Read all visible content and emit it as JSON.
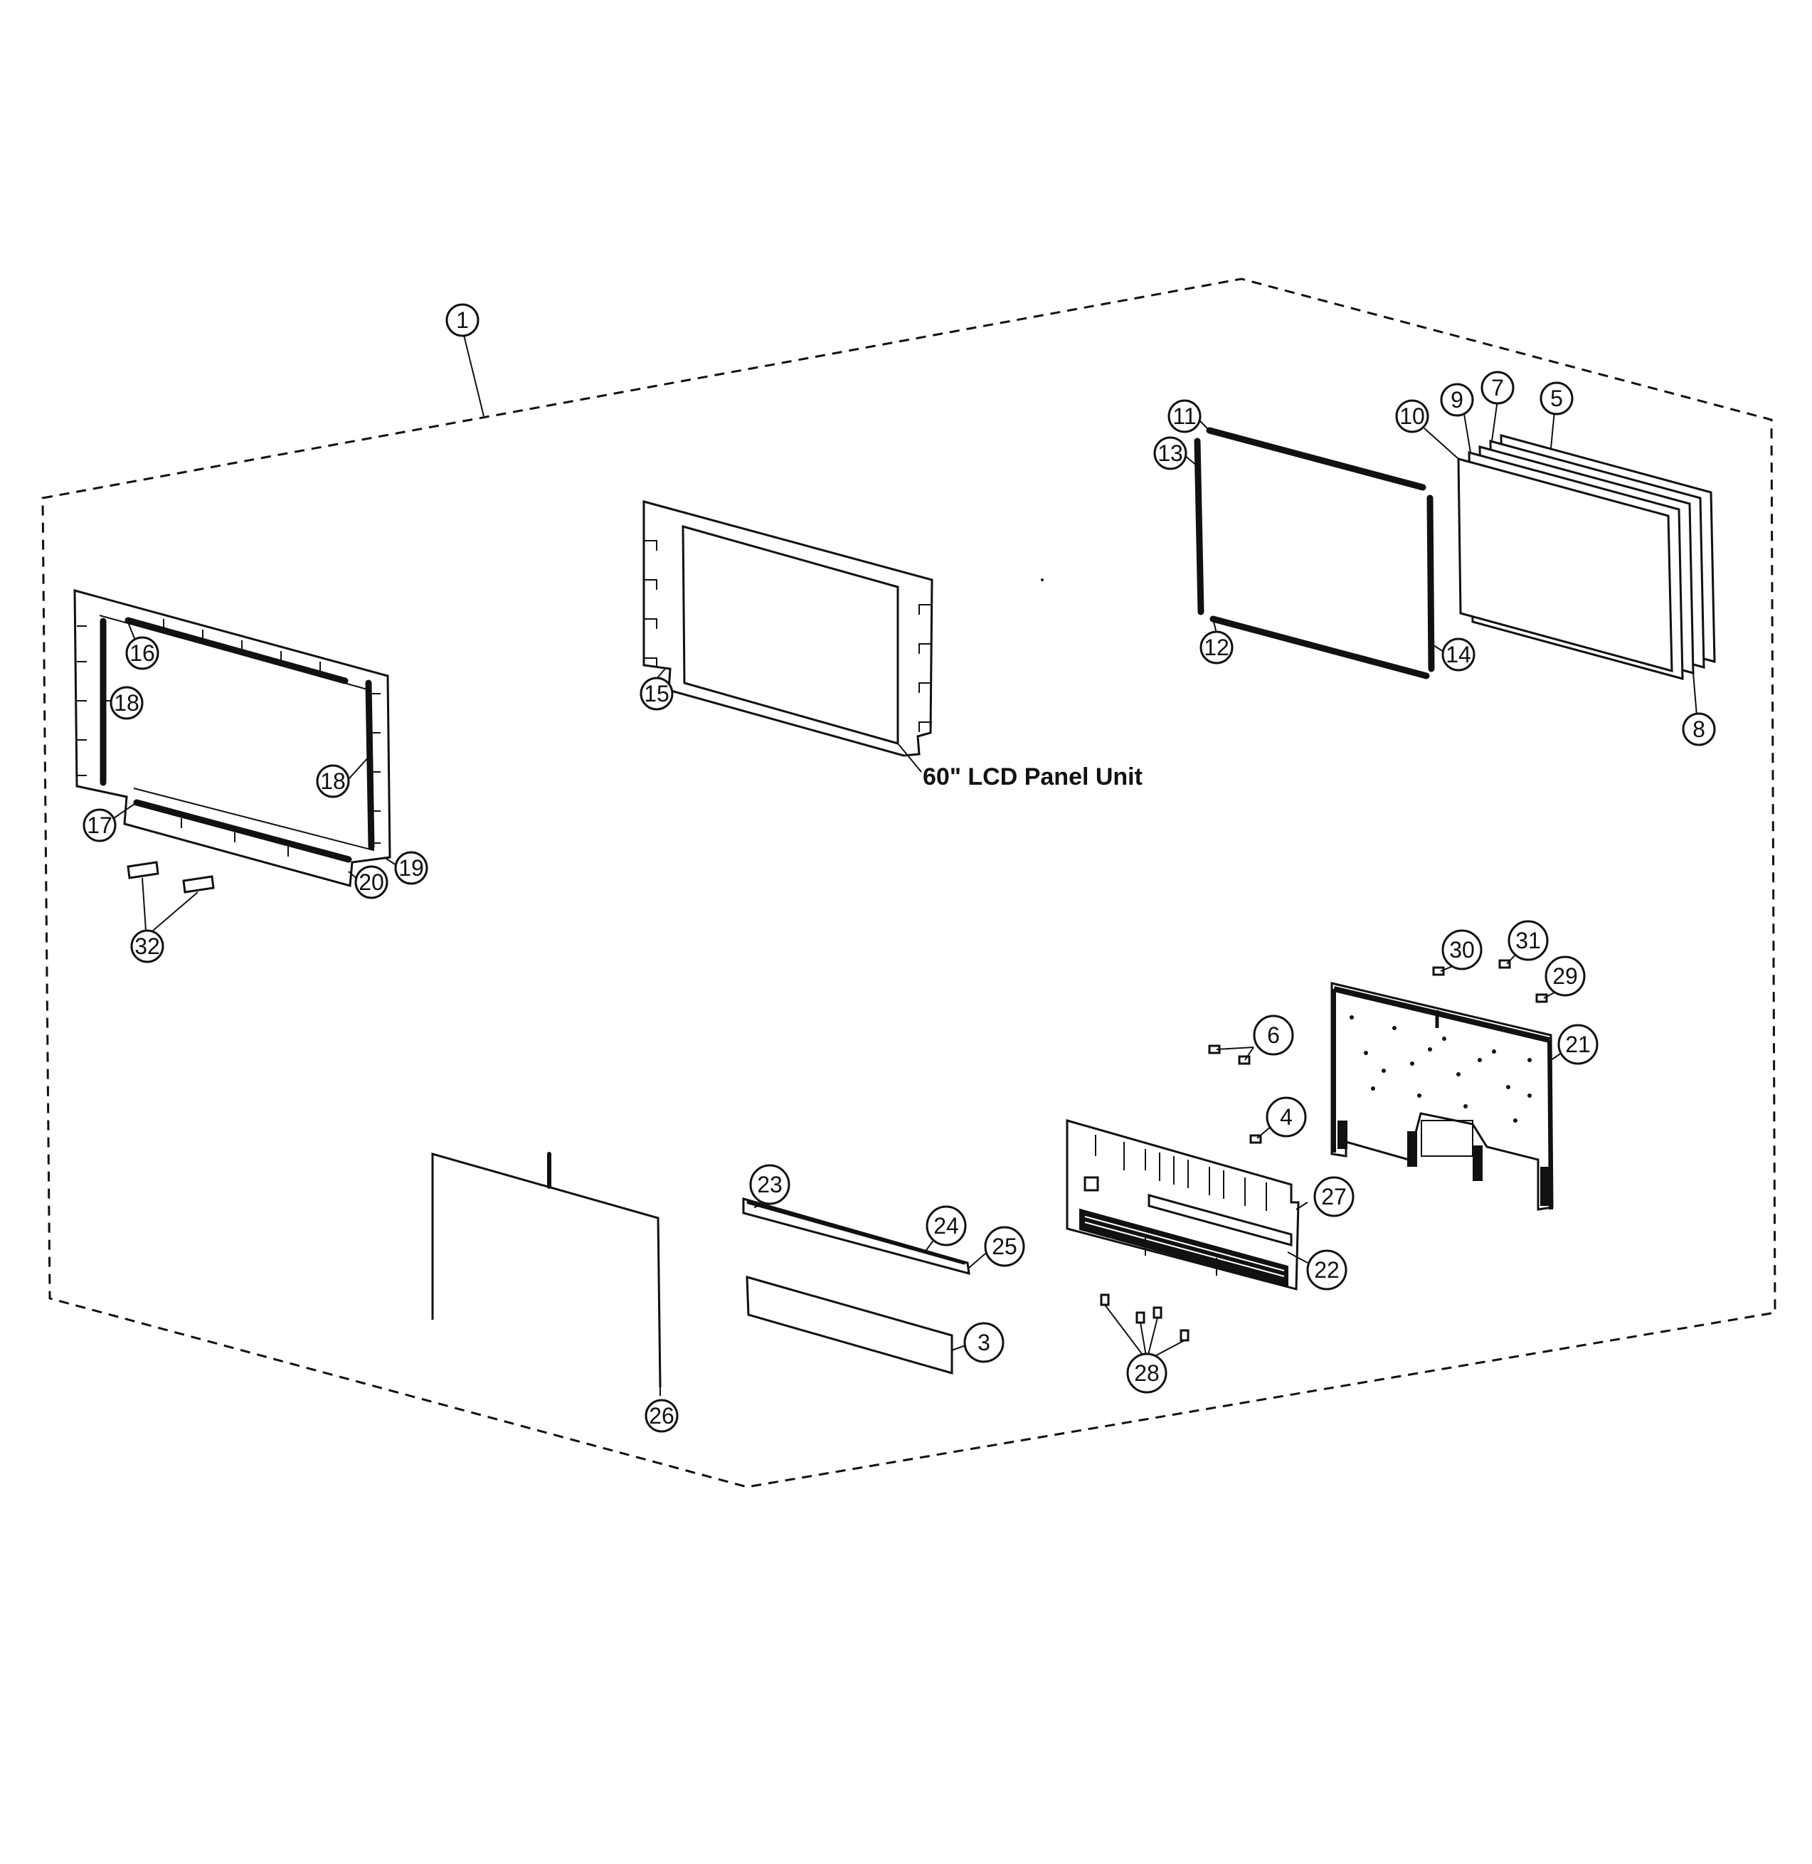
{
  "diagram": {
    "unit_label": "60\" LCD Panel Unit",
    "callouts": {
      "c1": "1",
      "c3": "3",
      "c4": "4",
      "c5": "5",
      "c6": "6",
      "c7": "7",
      "c8": "8",
      "c9": "9",
      "c10": "10",
      "c11": "11",
      "c12": "12",
      "c13": "13",
      "c14": "14",
      "c15": "15",
      "c16": "16",
      "c17": "17",
      "c18": "18",
      "c19": "19",
      "c20": "20",
      "c21": "21",
      "c22": "22",
      "c23": "23",
      "c24": "24",
      "c25": "25",
      "c26": "26",
      "c27": "27",
      "c28": "28",
      "c29": "29",
      "c30": "30",
      "c31": "31",
      "c32": "32"
    }
  }
}
